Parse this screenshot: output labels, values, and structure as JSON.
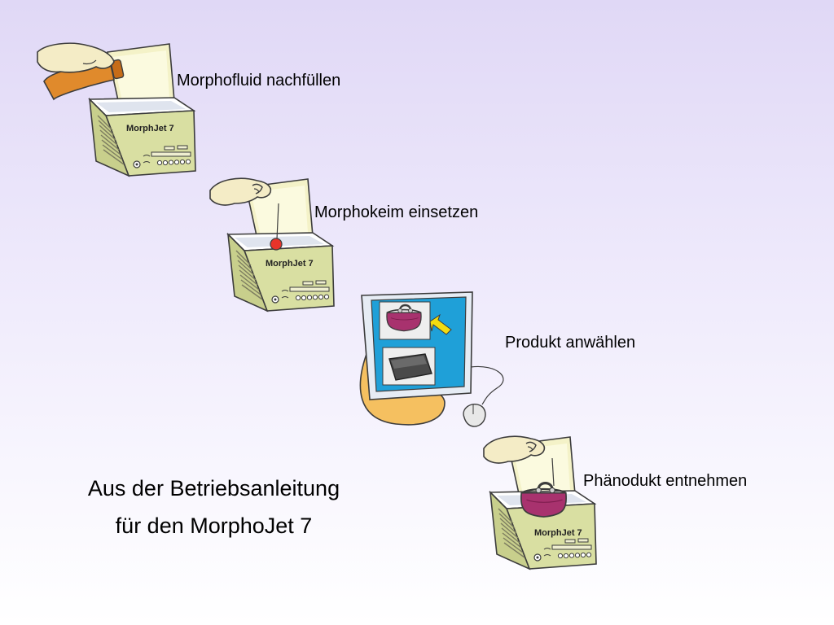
{
  "steps": [
    {
      "label": "Morphofluid nachfüllen"
    },
    {
      "label": "Morphokeim einsetzen"
    },
    {
      "label": "Produkt anwählen"
    },
    {
      "label": "Phänodukt entnehmen"
    }
  ],
  "device_brand": "MorphJet 7",
  "caption": {
    "line1": "Aus der Betriebsanleitung",
    "line2": "für den MorphoJet 7"
  },
  "colors": {
    "device_body": "#d9dfa2",
    "device_outline": "#3c3c3c",
    "screen_blue": "#1fa0d8",
    "bottle_orange": "#e08a2c",
    "monitor_base": "#f5c060",
    "purse_magenta": "#a8326e",
    "seed_red": "#e8342a",
    "pointer_yellow": "#f2dc10"
  },
  "icons": [
    "bottle-icon",
    "hand-icon",
    "seed-icon",
    "purse-icon",
    "wallet-icon",
    "pointer-arrow-icon",
    "mouse-icon",
    "monitor-icon"
  ]
}
